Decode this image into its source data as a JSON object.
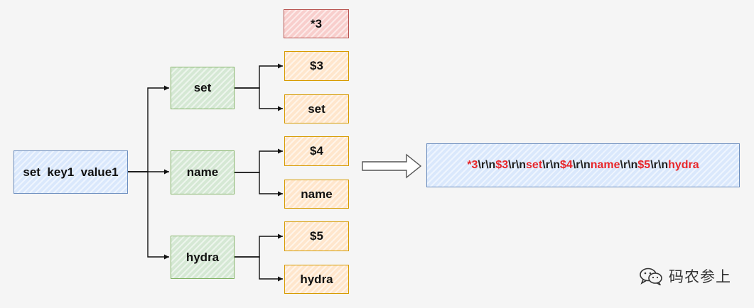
{
  "command": {
    "label": "set  key1  value1"
  },
  "args": [
    {
      "label": "set",
      "parts": [
        "$3",
        "set"
      ]
    },
    {
      "label": "name",
      "parts": [
        "$4",
        "name"
      ]
    },
    {
      "label": "hydra",
      "parts": [
        "$5",
        "hydra"
      ]
    }
  ],
  "count": {
    "label": "*3"
  },
  "result": {
    "segments": [
      {
        "text": "*3",
        "highlight": true
      },
      {
        "text": "\\r\\n",
        "highlight": false
      },
      {
        "text": "$3",
        "highlight": true
      },
      {
        "text": "\\r\\n",
        "highlight": false
      },
      {
        "text": "set",
        "highlight": true
      },
      {
        "text": "\\r\\n",
        "highlight": false
      },
      {
        "text": "$4",
        "highlight": true
      },
      {
        "text": "\\r\\n",
        "highlight": false
      },
      {
        "text": "name",
        "highlight": true
      },
      {
        "text": "\\r\\n",
        "highlight": false
      },
      {
        "text": "$5",
        "highlight": true
      },
      {
        "text": "\\r\\n",
        "highlight": false
      },
      {
        "text": "hydra",
        "highlight": true
      }
    ]
  },
  "watermark": {
    "text": "码农参上"
  }
}
